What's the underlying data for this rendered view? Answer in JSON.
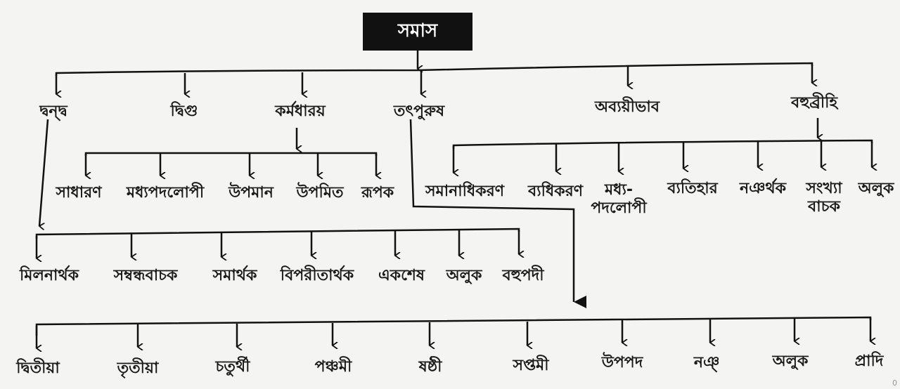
{
  "root": "সমাস",
  "level1": [
    "দ্বন্দ্ব",
    "দ্বিগু",
    "কর্মধারয়",
    "তৎপুরুষ",
    "অব্যয়ীভাব",
    "বহুব্রীহি"
  ],
  "karmadharay": [
    "সাধারণ",
    "মধ্যপদলোপী",
    "উপমান",
    "উপমিত",
    "রূপক"
  ],
  "bahubrihi": [
    "সমানাধিকরণ",
    "ব্যধিকরণ",
    "মধ্য-\nপদলোপী",
    "ব্যতিহার",
    "নঞর্থক",
    "সংখ্যা\nবাচক",
    "অলুক"
  ],
  "dvandva": [
    "মিলনার্থক",
    "সম্বন্ধবাচক",
    "সমার্থক",
    "বিপরীতার্থক",
    "একশেষ",
    "অলুক",
    "বহুপদী"
  ],
  "tatpurush": [
    "দ্বিতীয়া",
    "তৃতীয়া",
    "চতুর্থী",
    "পঞ্চমী",
    "ষষ্ঠী",
    "সপ্তমী",
    "উপপদ",
    "নঞ্",
    "অলুক",
    "প্রাদি"
  ],
  "corner_mark": "0"
}
